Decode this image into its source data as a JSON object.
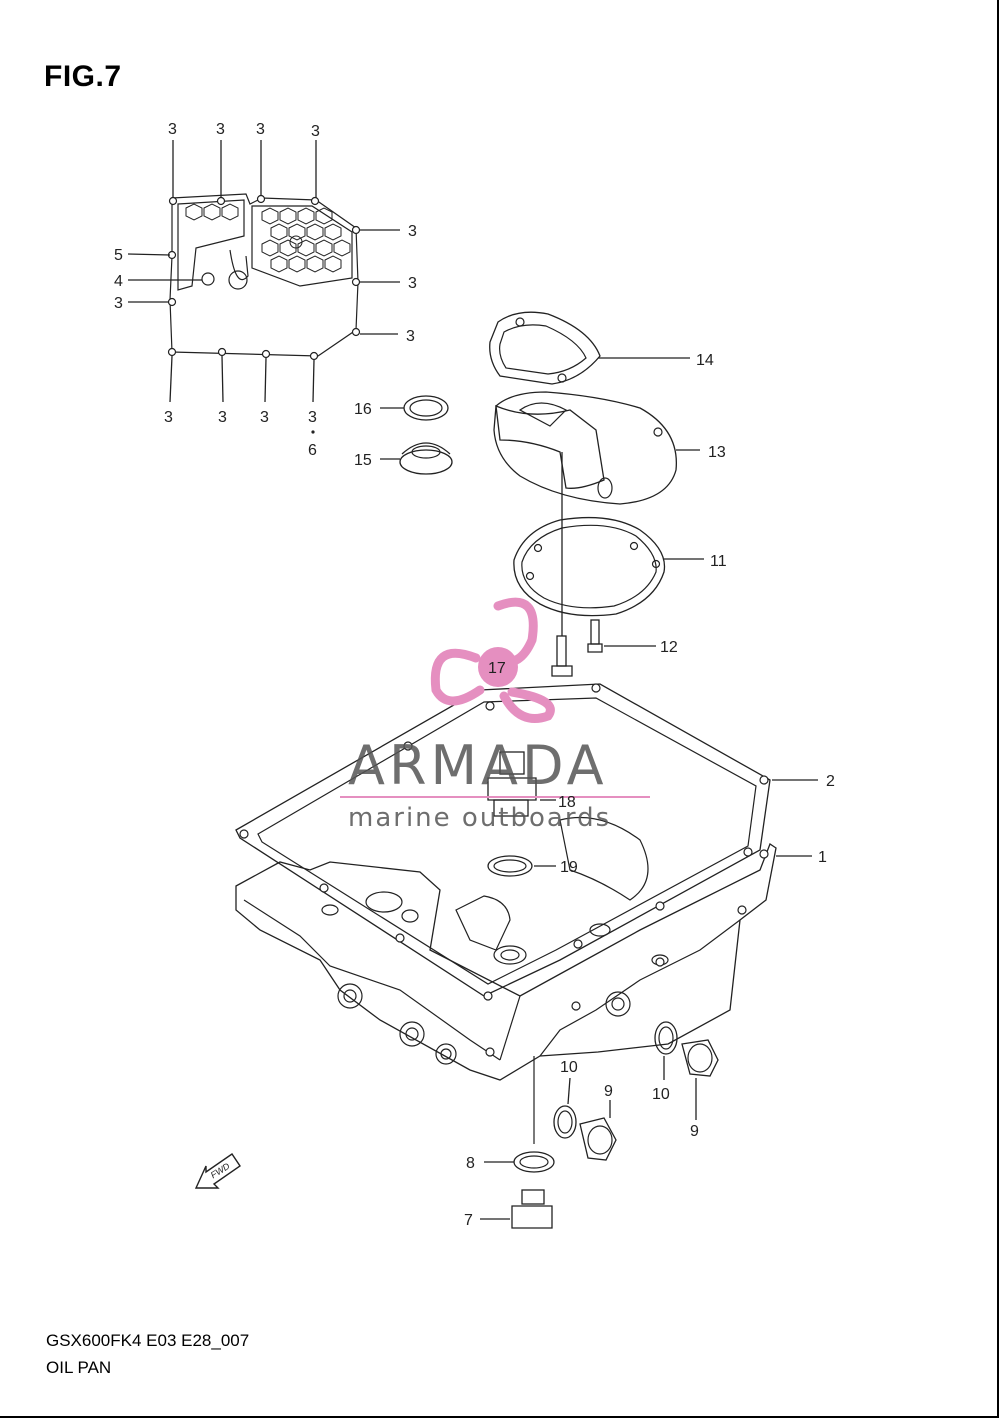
{
  "figure": {
    "title": "FIG.7",
    "model_code": "GSX600FK4 E03 E28_007",
    "caption": "OIL PAN"
  },
  "callouts": [
    {
      "id": "c1",
      "text": "1"
    },
    {
      "id": "c2",
      "text": "2"
    },
    {
      "id": "c3",
      "text": "3"
    },
    {
      "id": "c4",
      "text": "4"
    },
    {
      "id": "c5",
      "text": "5"
    },
    {
      "id": "c6",
      "text": "6"
    },
    {
      "id": "c7",
      "text": "7"
    },
    {
      "id": "c8",
      "text": "8"
    },
    {
      "id": "c9",
      "text": "9"
    },
    {
      "id": "c10",
      "text": "10"
    },
    {
      "id": "c11",
      "text": "11"
    },
    {
      "id": "c12",
      "text": "12"
    },
    {
      "id": "c13",
      "text": "13"
    },
    {
      "id": "c14",
      "text": "14"
    },
    {
      "id": "c15",
      "text": "15"
    },
    {
      "id": "c16",
      "text": "16"
    },
    {
      "id": "c17",
      "text": "17"
    },
    {
      "id": "c18",
      "text": "18"
    },
    {
      "id": "c19",
      "text": "19"
    }
  ],
  "fwd_arrow": "FWD",
  "watermark": {
    "brand": "ARMADA",
    "tagline": "marine outboards",
    "color": "#e58fc0"
  },
  "colors": {
    "line": "#222222",
    "highlight": "#e58fc0"
  }
}
